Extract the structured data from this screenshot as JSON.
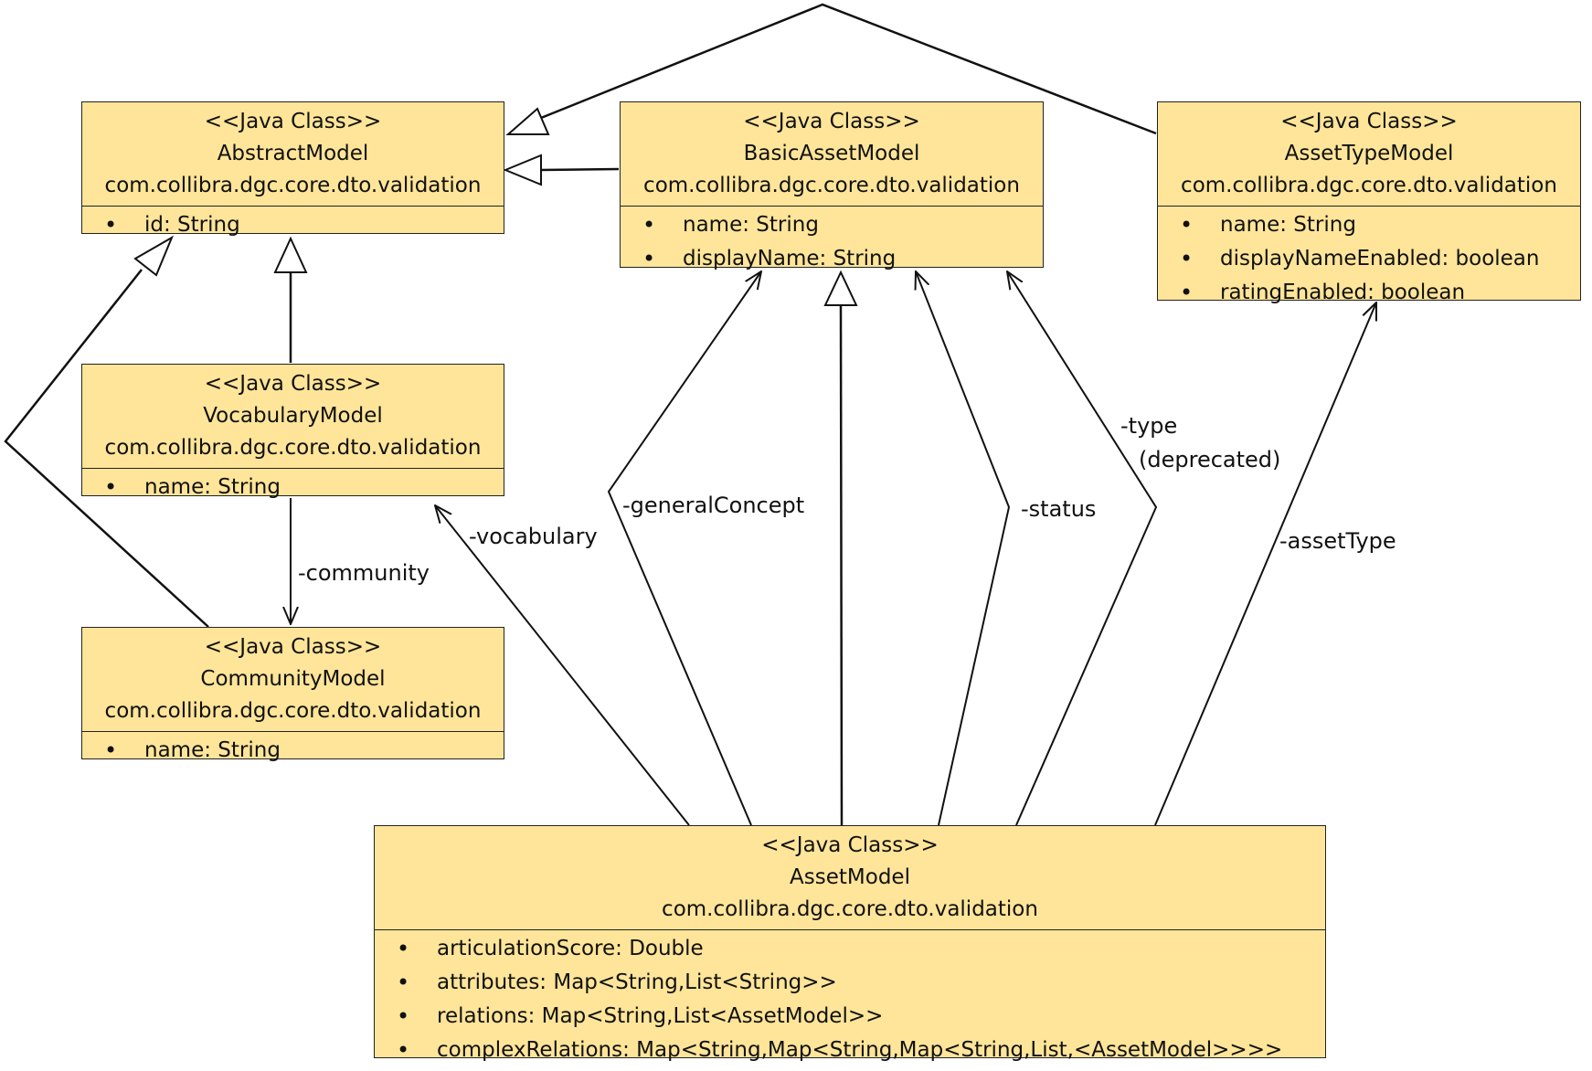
{
  "classes": {
    "abstract_model": {
      "stereotype": "<<Java Class>>",
      "name": "AbstractModel",
      "package": "com.collibra.dgc.core.dto.validation",
      "attributes": [
        "id: String"
      ]
    },
    "basic_asset_model": {
      "stereotype": "<<Java Class>>",
      "name": "BasicAssetModel",
      "package": "com.collibra.dgc.core.dto.validation",
      "attributes": [
        "name: String",
        "displayName: String"
      ]
    },
    "asset_type_model": {
      "stereotype": "<<Java Class>>",
      "name": "AssetTypeModel",
      "package": "com.collibra.dgc.core.dto.validation",
      "attributes": [
        "name: String",
        "displayNameEnabled: boolean",
        "ratingEnabled: boolean"
      ]
    },
    "vocabulary_model": {
      "stereotype": "<<Java Class>>",
      "name": "VocabularyModel",
      "package": "com.collibra.dgc.core.dto.validation",
      "attributes": [
        "name: String"
      ]
    },
    "community_model": {
      "stereotype": "<<Java Class>>",
      "name": "CommunityModel",
      "package": "com.collibra.dgc.core.dto.validation",
      "attributes": [
        "name: String"
      ]
    },
    "asset_model": {
      "stereotype": "<<Java Class>>",
      "name": "AssetModel",
      "package": "com.collibra.dgc.core.dto.validation",
      "attributes": [
        "articulationScore: Double",
        "attributes: Map<String,List<String>>",
        "relations: Map<String,List<AssetModel>>",
        "complexRelations: Map<String,Map<String,Map<String,List,<AssetModel>>>>"
      ]
    }
  },
  "labels": {
    "community": "-community",
    "vocabulary": "-vocabulary",
    "general_concept": "-generalConcept",
    "status": "-status",
    "type": "-type",
    "deprecated": "(deprecated)",
    "asset_type": "-assetType"
  },
  "colors": {
    "box_fill": "#fee599",
    "line": "#111111"
  }
}
